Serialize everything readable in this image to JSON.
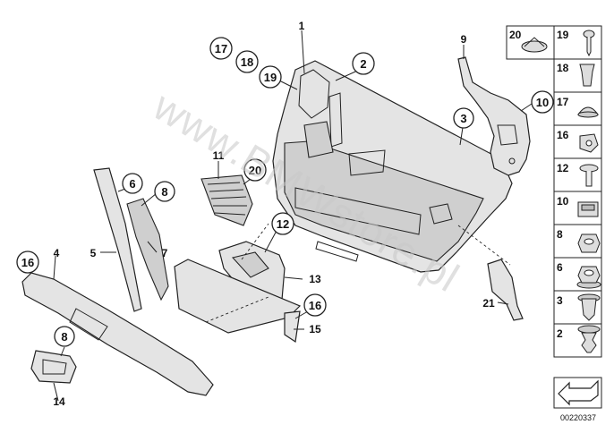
{
  "diagram": {
    "watermark": "www.BMWstore.pl",
    "document_id": "00220337",
    "callouts": [
      {
        "id": "c17",
        "number": "17",
        "circled": true
      },
      {
        "id": "c18",
        "number": "18",
        "circled": true
      },
      {
        "id": "c19",
        "number": "19",
        "circled": true
      },
      {
        "id": "c1",
        "number": "1",
        "circled": false
      },
      {
        "id": "c2",
        "number": "2",
        "circled": true
      },
      {
        "id": "c9",
        "number": "9",
        "circled": false
      },
      {
        "id": "c10",
        "number": "10",
        "circled": true
      },
      {
        "id": "c3",
        "number": "3",
        "circled": true
      },
      {
        "id": "c11",
        "number": "11",
        "circled": false
      },
      {
        "id": "c20",
        "number": "20",
        "circled": true
      },
      {
        "id": "c6",
        "number": "6",
        "circled": true
      },
      {
        "id": "c8a",
        "number": "8",
        "circled": true
      },
      {
        "id": "c5",
        "number": "5",
        "circled": false
      },
      {
        "id": "c7",
        "number": "7",
        "circled": false
      },
      {
        "id": "c16a",
        "number": "16",
        "circled": true
      },
      {
        "id": "c4",
        "number": "4",
        "circled": false
      },
      {
        "id": "c12",
        "number": "12",
        "circled": true
      },
      {
        "id": "c13",
        "number": "13",
        "circled": false
      },
      {
        "id": "c16b",
        "number": "16",
        "circled": true
      },
      {
        "id": "c15",
        "number": "15",
        "circled": false
      },
      {
        "id": "c21",
        "number": "21",
        "circled": false
      },
      {
        "id": "c8b",
        "number": "8",
        "circled": true
      },
      {
        "id": "c14",
        "number": "14",
        "circled": false
      }
    ],
    "legend": [
      {
        "id": "l20",
        "number": "20"
      },
      {
        "id": "l19",
        "number": "19"
      },
      {
        "id": "l18",
        "number": "18"
      },
      {
        "id": "l17",
        "number": "17"
      },
      {
        "id": "l16",
        "number": "16"
      },
      {
        "id": "l12",
        "number": "12"
      },
      {
        "id": "l10",
        "number": "10"
      },
      {
        "id": "l8",
        "number": "8"
      },
      {
        "id": "l6",
        "number": "6"
      },
      {
        "id": "l3",
        "number": "3"
      },
      {
        "id": "l2",
        "number": "2"
      }
    ]
  }
}
